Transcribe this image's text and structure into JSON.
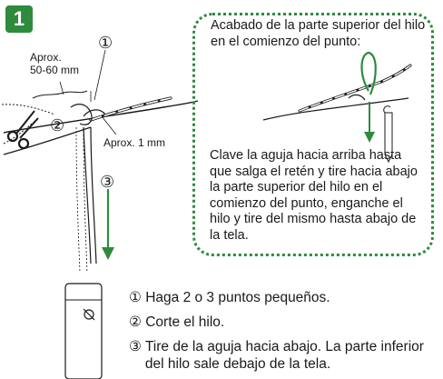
{
  "step_number": "1",
  "labels": {
    "approx_top_line1": "Aprox.",
    "approx_top_line2": "50-60 mm",
    "approx_side": "Aprox. 1 mm",
    "marker_1": "①",
    "marker_2": "②",
    "marker_3": "③"
  },
  "callout": {
    "title": "Acabado de la parte superior del hilo en el comienzo del punto:",
    "text": "Clave la aguja hacia arriba hasta que salga el retén y tire hacia abajo la parte superior del hilo en el comienzo del punto, enganche el hilo y tire del mismo hasta abajo de la tela."
  },
  "instructions": [
    {
      "marker": "①",
      "text": "Haga 2 o 3 puntos pequeños."
    },
    {
      "marker": "②",
      "text": "Corte el hilo."
    },
    {
      "marker": "③",
      "text": "Tire de la aguja hacia abajo. La parte inferior del hilo sale debajo de la tela."
    }
  ],
  "colors": {
    "accent": "#2e8b3d",
    "line": "#1a1a1a"
  }
}
